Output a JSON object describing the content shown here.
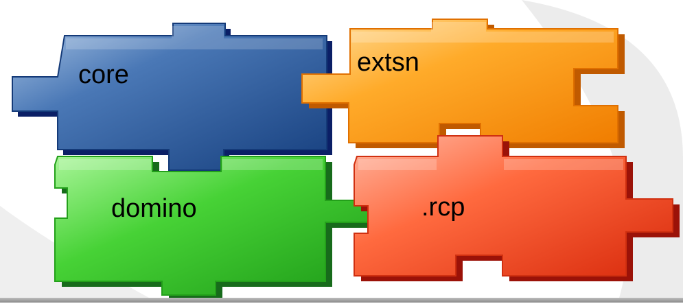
{
  "slide": {
    "title_visible_fragment": "",
    "background_color": "#ffffff",
    "decor_color": "#ececec",
    "bottom_bar_color": "#9a9a9a"
  },
  "pieces": [
    {
      "id": "core",
      "label": "core",
      "colors": {
        "light": "#8fb0d6",
        "mid": "#2f5f9f",
        "dark": "#143a78",
        "edge": "#0b1f66"
      }
    },
    {
      "id": "extsn",
      "label": "extsn",
      "colors": {
        "light": "#ffd07a",
        "mid": "#ff9d1a",
        "dark": "#f07f00",
        "edge": "#c05a00"
      }
    },
    {
      "id": "domino",
      "label": "domino",
      "colors": {
        "light": "#8ef07a",
        "mid": "#3ecb2c",
        "dark": "#1e9f18",
        "edge": "#176b1b"
      }
    },
    {
      "id": "rcp",
      "label": ".rcp",
      "colors": {
        "light": "#ffa58a",
        "mid": "#ff5a2e",
        "dark": "#e0300f",
        "edge": "#9b1208"
      }
    }
  ]
}
